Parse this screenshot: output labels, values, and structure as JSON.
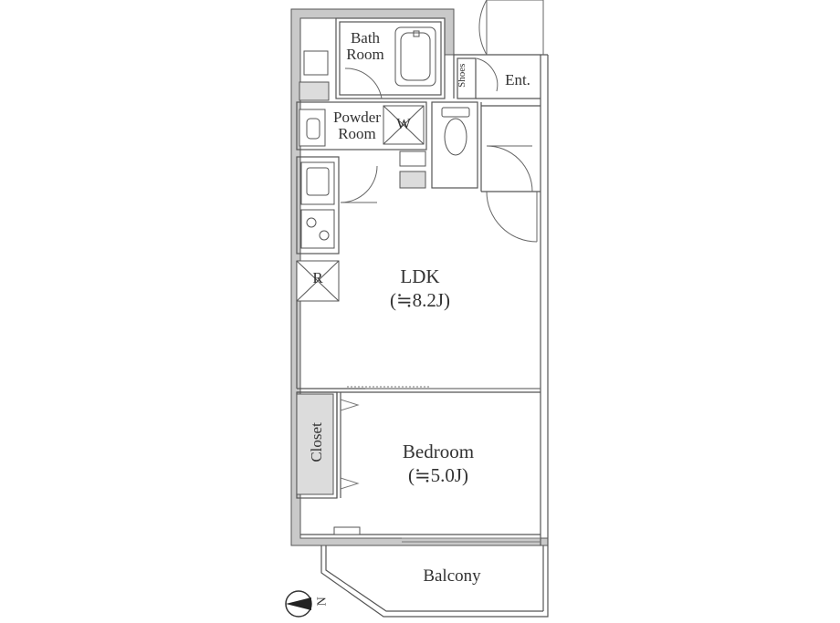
{
  "rooms": {
    "bath": {
      "line1": "Bath",
      "line2": "Room"
    },
    "powder": {
      "line1": "Powder",
      "line2": "Room"
    },
    "washer": "W",
    "shoes": "Shoes",
    "entrance": "Ent.",
    "fridge": "R",
    "ldk": {
      "name": "LDK",
      "area": "(≒8.2J)"
    },
    "closet": "Closet",
    "bedroom": {
      "name": "Bedroom",
      "area": "(≒5.0J)"
    },
    "balcony": "Balcony"
  },
  "compass": {
    "label": "N"
  },
  "colors": {
    "wall": "#c9c9c9",
    "line": "#555555",
    "fixture": "#dcdcdc",
    "text": "#333333"
  }
}
